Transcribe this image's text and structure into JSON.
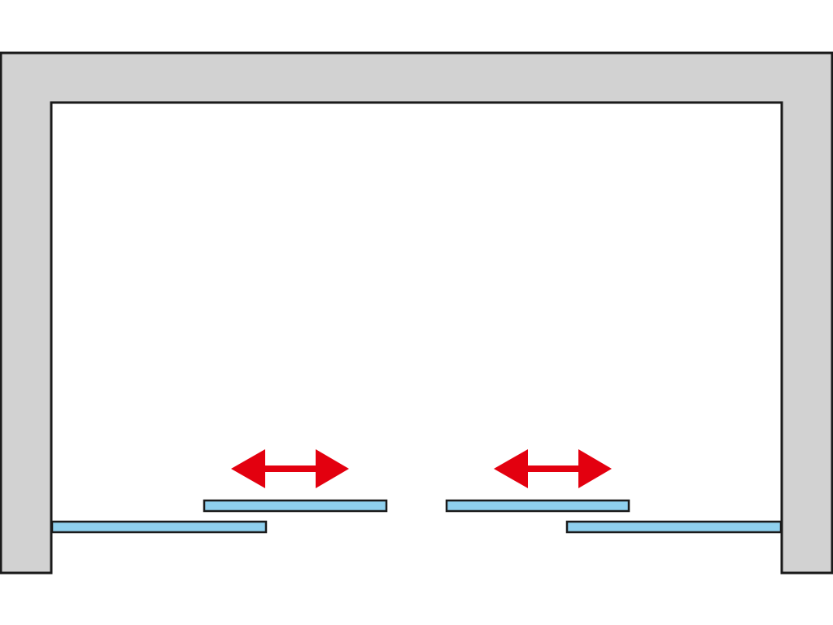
{
  "colors": {
    "background": "#ffffff",
    "wall_fill": "#d2d2d2",
    "outline": "#1a1a1a",
    "glass_panel": "#8fd0ee",
    "arrow": "#e3000f"
  },
  "elements": {
    "wall": "u-shaped-wall",
    "panels": [
      "fixed-panel-left",
      "sliding-panel-left",
      "sliding-panel-right",
      "fixed-panel-right"
    ],
    "arrows": [
      "slide-arrow-left",
      "slide-arrow-right"
    ]
  }
}
